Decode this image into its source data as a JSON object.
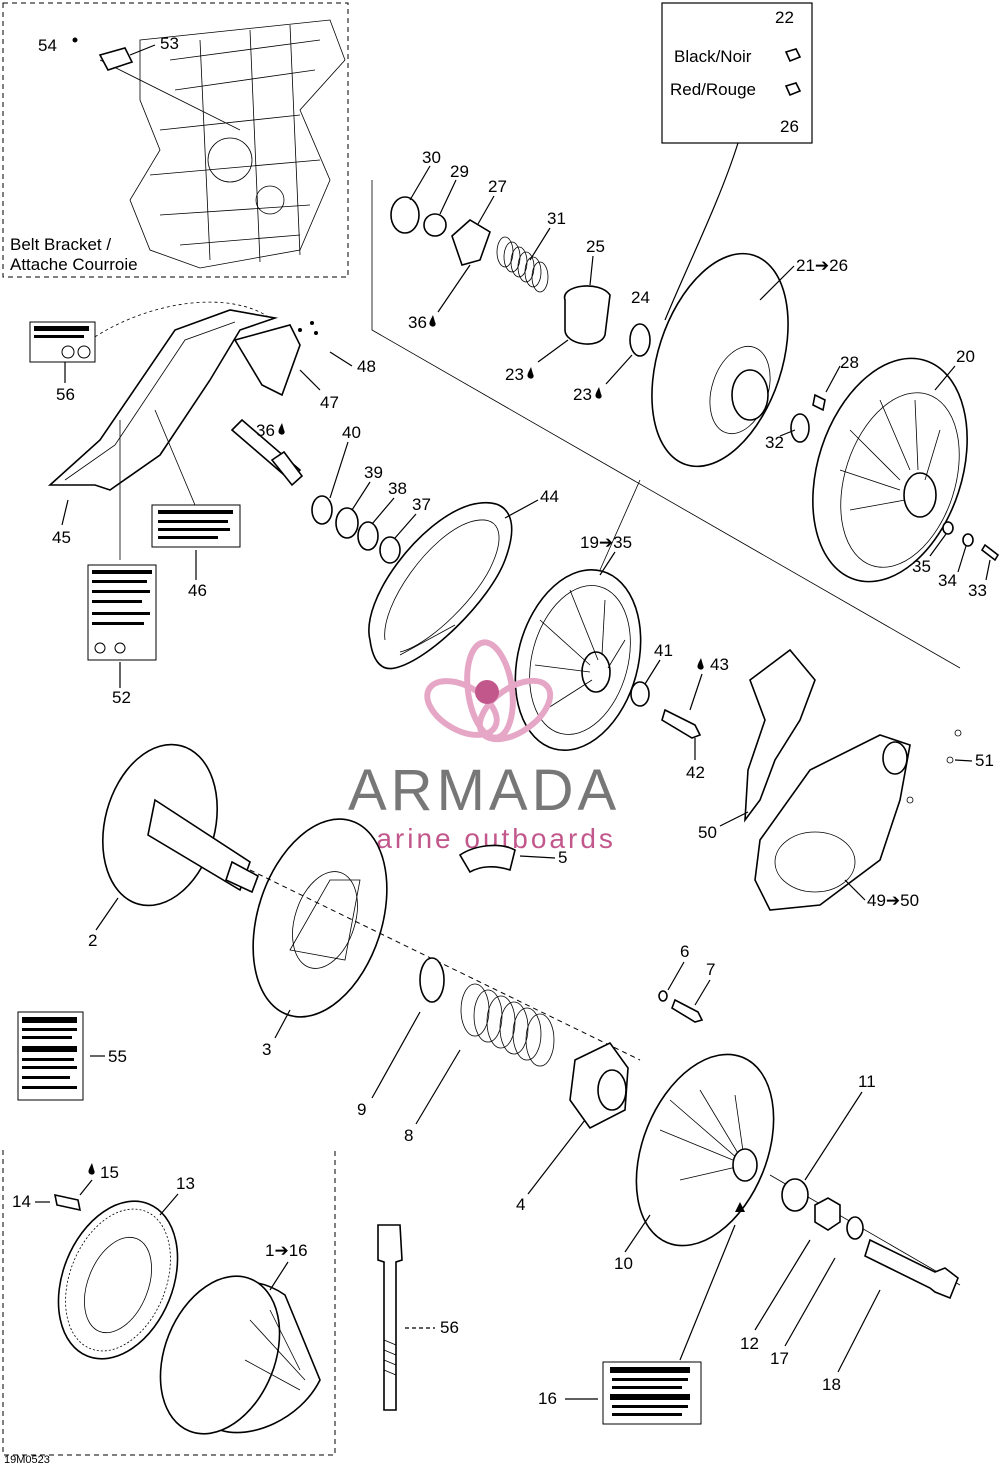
{
  "diagram": {
    "code": "19M0523",
    "watermark": {
      "brand": "ARMADA",
      "tagline": "marine outboards",
      "color": "#c2578c",
      "text_color": "#777777"
    },
    "inset_belt_bracket": {
      "label_line1": "Belt Bracket /",
      "label_line2": "Attache Courroie"
    },
    "inset_screws": {
      "top_number": "22",
      "black_label": "Black/Noir",
      "red_label": "Red/Rouge",
      "bottom_number": "26"
    },
    "callouts": {
      "c54": "54",
      "c53": "53",
      "c56a": "56",
      "c48": "48",
      "c47": "47",
      "c45": "45",
      "c46": "46",
      "c52": "52",
      "c36a": "36",
      "c40": "40",
      "c39": "39",
      "c38": "38",
      "c37": "37",
      "c44": "44",
      "c30": "30",
      "c29": "29",
      "c27": "27",
      "c31": "31",
      "c25": "25",
      "c24": "24",
      "c36b": "36",
      "c23a": "23",
      "c23b": "23",
      "c21_26": "21➔26",
      "c28": "28",
      "c20": "20",
      "c32": "32",
      "c35": "35",
      "c34": "34",
      "c33": "33",
      "c19_35": "19➔35",
      "c41": "41",
      "c43": "43",
      "c42": "42",
      "c51": "51",
      "c50": "50",
      "c49_50": "49➔50",
      "c2": "2",
      "c5": "5",
      "c3": "3",
      "c6": "6",
      "c7": "7",
      "c55": "55",
      "c9": "9",
      "c8": "8",
      "c4": "4",
      "c11": "11",
      "c10": "10",
      "c12": "12",
      "c17": "17",
      "c18": "18",
      "c14": "14",
      "c15": "15",
      "c13": "13",
      "c1_16": "1➔16",
      "c56b": "56",
      "c16": "16"
    }
  }
}
